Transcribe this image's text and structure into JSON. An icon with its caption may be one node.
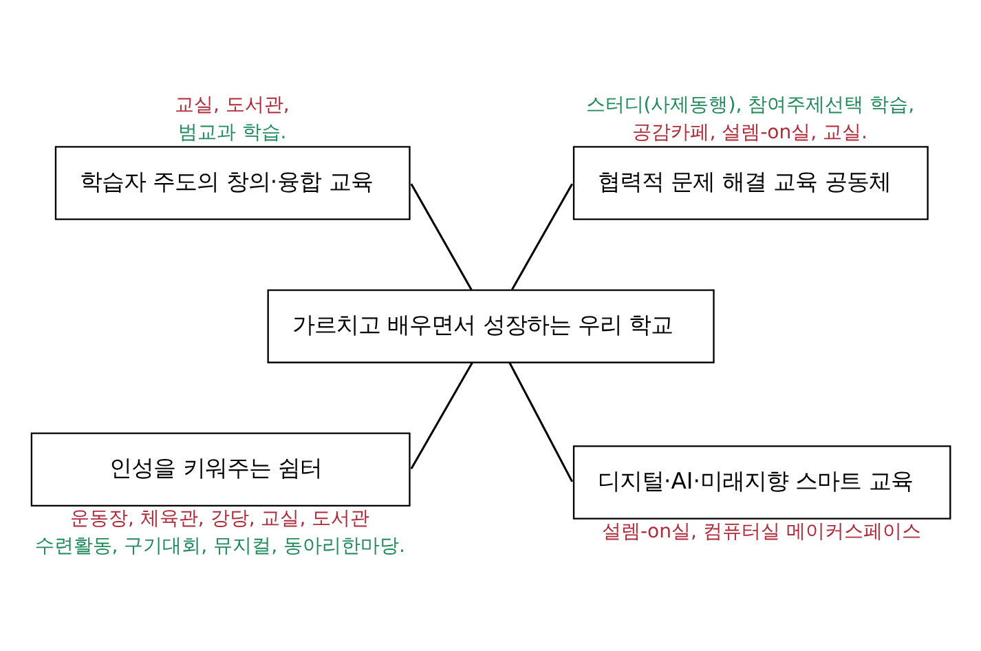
{
  "diagram": {
    "nodes": [
      {
        "text": [
          "학습자 주도의 창의·융합 교육"
        ],
        "beside": [
          "교실, 도서관,",
          "범교과 학습."
        ]
      },
      {
        "text": [
          "협력적 문제 해결 교육 공동체"
        ],
        "beside": [
          "스터디(사제동행), 참여주제선택 학습,",
          "공감카페, 설렘-on실, 교실."
        ]
      },
      {
        "text": [
          "가르치고 배우면서 성장하는 우리 학교"
        ]
      },
      {
        "text": [
          "인성을 키워주는 쉼터"
        ],
        "beside": [
          "운동장, 체육관, 강당, 교실, 도서관",
          "수련활동, 구기대회, 뮤지컬, 동아리한마당."
        ]
      },
      {
        "text": [
          "디지털·AI·미래지향 스마트 교육"
        ],
        "beside": [
          "설렘-on실, 컴퓨터실 메이커스페이스"
        ]
      }
    ],
    "edges": [
      {
        "from": 2,
        "to": 0,
        "arrow": "none"
      },
      {
        "from": 2,
        "to": 1,
        "arrow": "none"
      },
      {
        "from": 2,
        "to": 3,
        "arrow": "none"
      },
      {
        "from": 2,
        "to": 4,
        "arrow": "none"
      }
    ]
  }
}
